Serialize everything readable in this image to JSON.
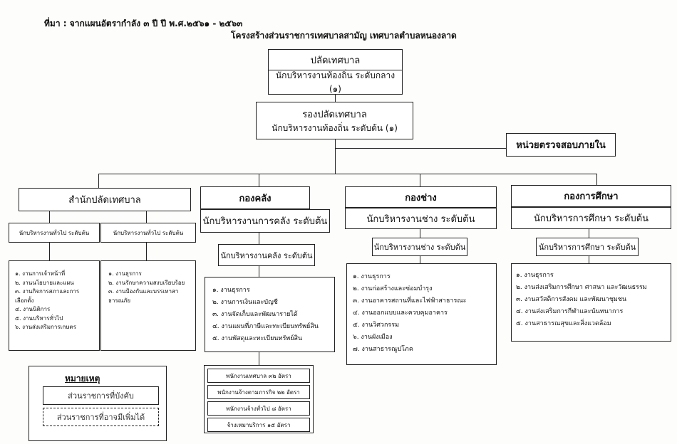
{
  "source": "ที่มา : จากแผนอัตรากำลัง ๓ ปี ปี พ.ศ.๒๕๖๑ - ๒๕๖๓",
  "title": "โครงสร้างส่วนราชการเทศบาลสามัญ เทศบาลตำบลหนองลาด",
  "top": {
    "title": "ปลัดเทศบาล",
    "subtitle": "นักบริหารงานท้องถิ่น ระดับกลาง (๑)"
  },
  "deputy": {
    "title": "รองปลัดเทศบาล",
    "subtitle": "นักบริหารงานท้องถิ่น ระดับต้น (๑)"
  },
  "audit": "หน่วยตรวจสอบภายใน",
  "office": {
    "title": "สำนักปลัดเทศบาล",
    "sub_left": "นักบริหารงานทั่วไป ระดับต้น",
    "sub_right": "นักบริหารงานทั่วไป ระดับต้น",
    "left_items": [
      "๑. งานการเจ้าหน้าที่",
      "๒. งานนโยบายและแผน",
      "๓. งานกิจการสภาและการ",
      "เลือกตั้ง",
      "๔. งานนิติการ",
      "๕. งานบริหารทั่วไป",
      "๖. งานส่งเสริมการเกษตร"
    ],
    "right_items": [
      "๑. งานธุรการ",
      "๒. งานรักษาความสงบเรียบร้อย",
      "๓. งานป้องกันและบรรเทาสา",
      "ธารณภัย"
    ]
  },
  "finance": {
    "title": "กองคลัง",
    "subtitle": "นักบริหารงานการคลัง ระดับต้น",
    "sub": "นักบริหารงานคลัง ระดับต้น",
    "items": [
      "๑. งานธุรการ",
      "๒. งานการเงินและบัญชี",
      "๓. งานจัดเก็บและพัฒนารายได้",
      "๔. งานแผนที่ภาษีและทะเบียนทรัพย์สิน",
      "๕. งานพัสดุและทะเบียนทรัพย์สิน"
    ]
  },
  "engineering": {
    "title": "กองช่าง",
    "subtitle": "นักบริหารงานช่าง ระดับต้น",
    "sub": "นักบริหารงานช่าง ระดับต้น",
    "items": [
      "๑. งานธุรการ",
      "๒. งานก่อสร้างและซ่อมบำรุง",
      "๓. งานอาคารสถานที่และไฟฟ้าสาธารณะ",
      "๔. งานออกแบบและควบคุมอาคาร",
      "๕. งานวิศวกรรม",
      "๖. งานผังเมือง",
      "๗. งานสาธารณูปโภค"
    ]
  },
  "education": {
    "title": "กองการศึกษา",
    "subtitle": "นักบริหารการศึกษา ระดับต้น",
    "sub": "นักบริหารการศึกษา ระดับต้น",
    "items": [
      "๑. งานธุรการ",
      "๒. งานส่งเสริมการศึกษา ศาสนา และวัฒนธรรม",
      "๓. งานสวัสดิการสังคม และพัฒนาชุมชน",
      "๔. งานส่งเสริมการกีฬาและนันทนาการ",
      "๕. งานสาธารณสุขและสิ่งแวดล้อม"
    ]
  },
  "note": {
    "title": "หมายเหตุ",
    "line1": "ส่วนราชการที่บังคับ",
    "line2": "ส่วนราชการที่อาจมีเพิ่มได้"
  },
  "staff": [
    "พนักงานเทศบาล ๓๒ อัตรา",
    "พนักงานจ้างตามภารกิจ ๒๒ อัตรา",
    "พนักงานจ้างทั่วไป ๘ อัตรา",
    "จ้างเหมาบริการ ๑๕ อัตรา"
  ]
}
